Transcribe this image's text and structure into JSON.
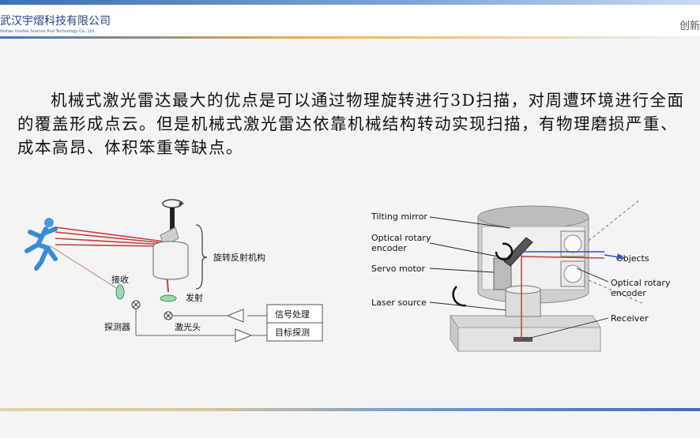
{
  "header": {
    "company_cn": "武汉宇熠科技有限公司",
    "company_en": "Wuhan Uootek Science And Technology Co., Ltd",
    "slogan": "创新"
  },
  "paragraph": "机械式激光雷达最大的优点是可以通过物理旋转进行3D扫描，对周遭环境进行全面的覆盖形成点云。但是机械式激光雷达依靠机械结构转动实现扫描，有物理磨损严重、成本高昂、体积笨重等缺点。",
  "left_figure": {
    "rotating_mechanism": "旋转反射机构",
    "receive": "接收",
    "emit": "发射",
    "detector": "探测器",
    "laser_head": "激光头",
    "signal_processing": "信号处理",
    "target_detection": "目标探测"
  },
  "right_figure": {
    "tilting_mirror": "Tilting mirror",
    "optical_rotary_encoder_top_1": "Optical rotary",
    "optical_rotary_encoder_top_2": "encoder",
    "servo_motor": "Servo motor",
    "laser_source": "Laser source",
    "objects": "Objects",
    "optical_rotary_encoder_right_1": "Optical rotary",
    "optical_rotary_encoder_right_2": "encoder",
    "receiver": "Receiver"
  }
}
